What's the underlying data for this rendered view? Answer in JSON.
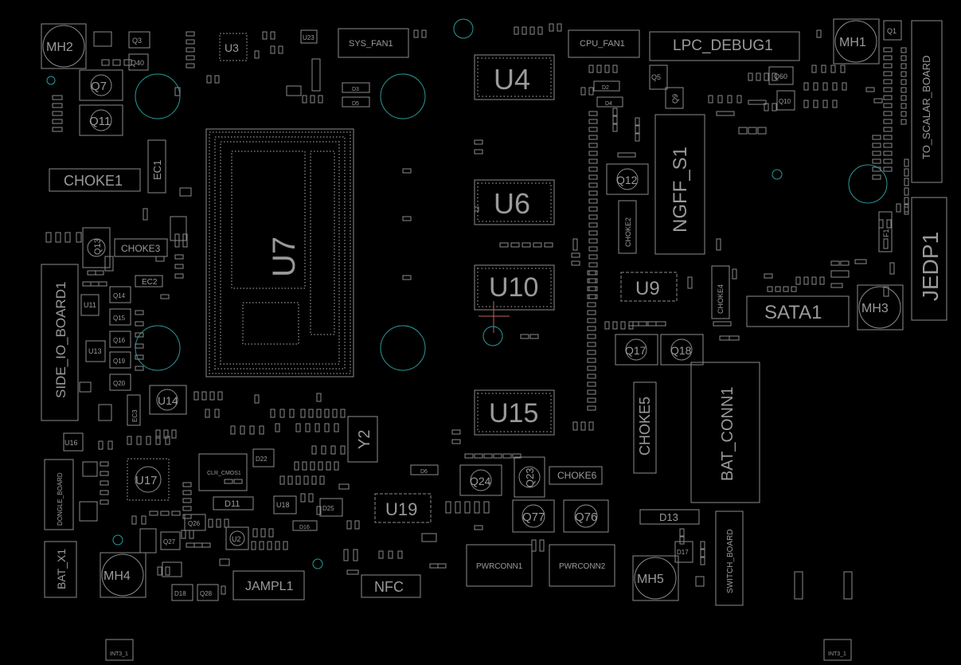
{
  "title": "",
  "colors": {
    "background": "#000000",
    "outline": "#8c8c8c",
    "text": "#9a9a9a",
    "via": "#2a9a9a",
    "marker": "#c06060"
  },
  "components": {
    "u7": "U7",
    "u4": "U4",
    "u6": "U6",
    "u10": "U10",
    "u15": "U15",
    "u9": "U9",
    "u19": "U19",
    "u3": "U3",
    "u14": "U14",
    "u17": "U17",
    "u11": "U11",
    "u13": "U13",
    "u16": "U16",
    "u18": "U18",
    "u2": "U2",
    "u23": "U23",
    "mh1": "MH1",
    "mh2": "MH2",
    "mh3": "MH3",
    "mh4": "MH4",
    "mh5": "MH5",
    "sys_fan": "SYS_FAN1",
    "cpu_fan": "CPU_FAN1",
    "lpc_debug": "LPC_DEBUG1",
    "to_scalar": "TO_SCALAR_BOARD",
    "jedp": "JEDP1",
    "ngff": "NGFF_S1",
    "sata": "SATA1",
    "bat_conn": "BAT_CONN1",
    "choke1": "CHOKE1",
    "choke2": "CHOKE2",
    "choke3": "CHOKE3",
    "choke4": "CHOKE4",
    "choke5": "CHOKE5",
    "choke6": "CHOKE6",
    "ec1": "EC1",
    "ec2": "EC2",
    "ec3": "EC3",
    "side_io": "SIDE_IO_BOARD1",
    "dongle": "DONGLE_BOARD",
    "bat_x1": "BAT_X1",
    "jampl": "JAMPL1",
    "nfc": "NFC",
    "pwrconn1": "PWRCONN1",
    "pwrconn2": "PWRCONN2",
    "switch_board": "SWITCH_BOARD",
    "y2": "Y2",
    "clr_cmos": "CLR_CMOS1",
    "q1": "Q1",
    "q3": "Q3",
    "q5": "Q5",
    "q7": "Q7",
    "q9": "Q9",
    "q10": "Q10",
    "q11": "Q11",
    "q12": "Q12",
    "q13": "Q13",
    "q17": "Q17",
    "q18": "Q18",
    "q23": "Q23",
    "q24": "Q24",
    "q27": "Q27",
    "q28": "Q28",
    "q40": "Q40",
    "q60": "Q60",
    "q76": "Q76",
    "q77": "Q77",
    "q14": "Q14",
    "q15": "Q15",
    "q16": "Q16",
    "q19": "Q19",
    "q20": "Q20",
    "q26": "Q26",
    "d3": "D3",
    "d5": "D5",
    "d2": "D2",
    "d4": "D4",
    "d6": "D6",
    "d11": "D11",
    "d13": "D13",
    "d16": "D16",
    "d17": "D17",
    "d18": "D18",
    "d22": "D22",
    "d25": "D25",
    "f1": "F1",
    "ints1": "INT3_1",
    "ints2": "INT3_1"
  }
}
